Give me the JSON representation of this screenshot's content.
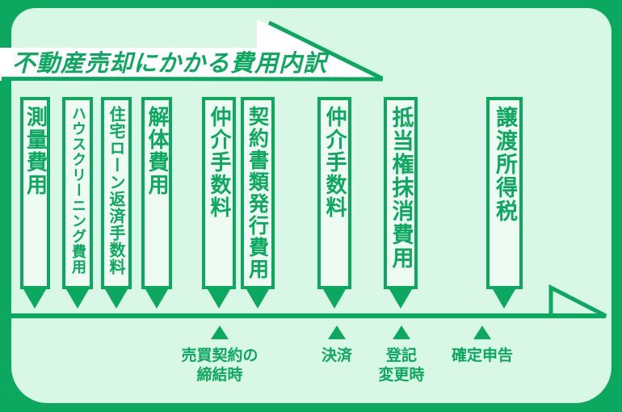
{
  "title": "不動産売却にかかる費用内訳",
  "colors": {
    "brand_green": "#0da85f",
    "panel_light_green": "#d8f7e5",
    "box_fill": "#edfbf3",
    "banner_white": "#ffffff"
  },
  "cost_boxes": [
    {
      "label": "測量費用"
    },
    {
      "label": "ハウスクリーニング費用"
    },
    {
      "label": "住宅ローン返済手数料"
    },
    {
      "label": "解体費用"
    },
    {
      "label": "仲介手数料"
    },
    {
      "label": "契約書類発行費用"
    },
    {
      "label": "仲介手数料"
    },
    {
      "label": "抵当権抹消費用"
    },
    {
      "label": "譲渡所得税"
    }
  ],
  "timeline_markers": [
    {
      "lines": [
        "売買契約の",
        "締結時"
      ]
    },
    {
      "lines": [
        "決済"
      ]
    },
    {
      "lines": [
        "登記",
        "変更時"
      ]
    },
    {
      "lines": [
        "確定申告"
      ]
    }
  ],
  "icons": {
    "down_arrow": "filled triangle pointing down from each cost box to the timeline",
    "up_triangle": "filled triangle pointing up at each timeline stage",
    "end_flag": "outlined right-triangle slope at the right end of the timeline"
  }
}
